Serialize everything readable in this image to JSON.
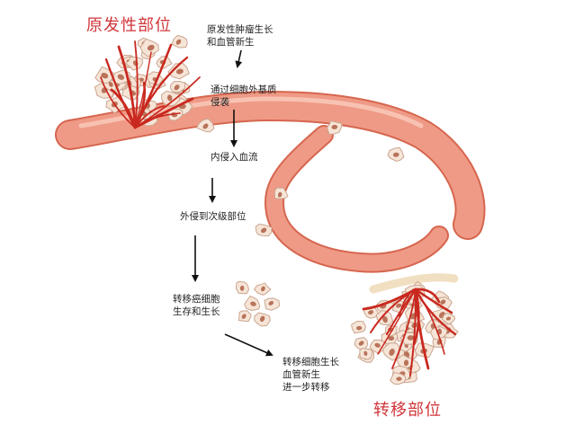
{
  "titles": {
    "primary": "原发性部位",
    "metastasis": "转移部位"
  },
  "steps": {
    "s1": [
      "原发性肿瘤生长",
      "和血管新生"
    ],
    "s2": [
      "通过细胞外基质",
      "侵袭"
    ],
    "s3": [
      "内侵入血流"
    ],
    "s4": [
      "外侵到次级部位"
    ],
    "s5": [
      "转移癌细胞",
      "生存和生长"
    ],
    "s6": [
      "转移细胞生长",
      "血管新生",
      "进一步转移"
    ]
  },
  "colors": {
    "title": "#d0353a",
    "vessel": "#ef9a86",
    "vessel_edge": "#d6664f",
    "capillary": "#c9281f",
    "cell_fill": "#f6e5d7",
    "cell_edge": "#caa590",
    "nucleus": "#b9735a",
    "stroma": "#efdcbb",
    "arrow": "#111111"
  },
  "icons": {
    "cell": "tumor-cell-icon",
    "arrow": "arrow-down-icon"
  }
}
